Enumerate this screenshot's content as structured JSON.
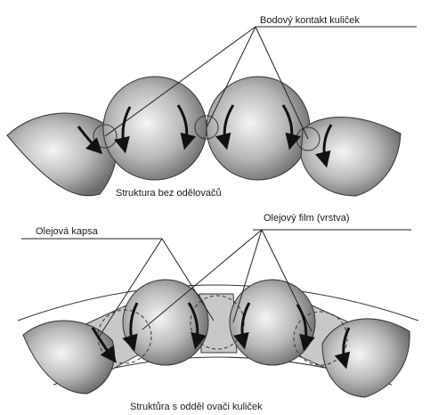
{
  "top_figure": {
    "callout_label": "Bodový kontakt kuliček",
    "caption": "Struktura bez odělovačů"
  },
  "bottom_figure": {
    "left_callout_label": "Olejová kapsa",
    "right_callout_label": "Olejový film (vrstva)",
    "caption": "Struktůra s odděl ovači kuliček"
  },
  "colors": {
    "ball_light": "#f2f2f2",
    "ball_dark": "#6e6e6e",
    "separator_fill": "#c8c8c8",
    "line": "#222222",
    "arrow": "#111111"
  }
}
